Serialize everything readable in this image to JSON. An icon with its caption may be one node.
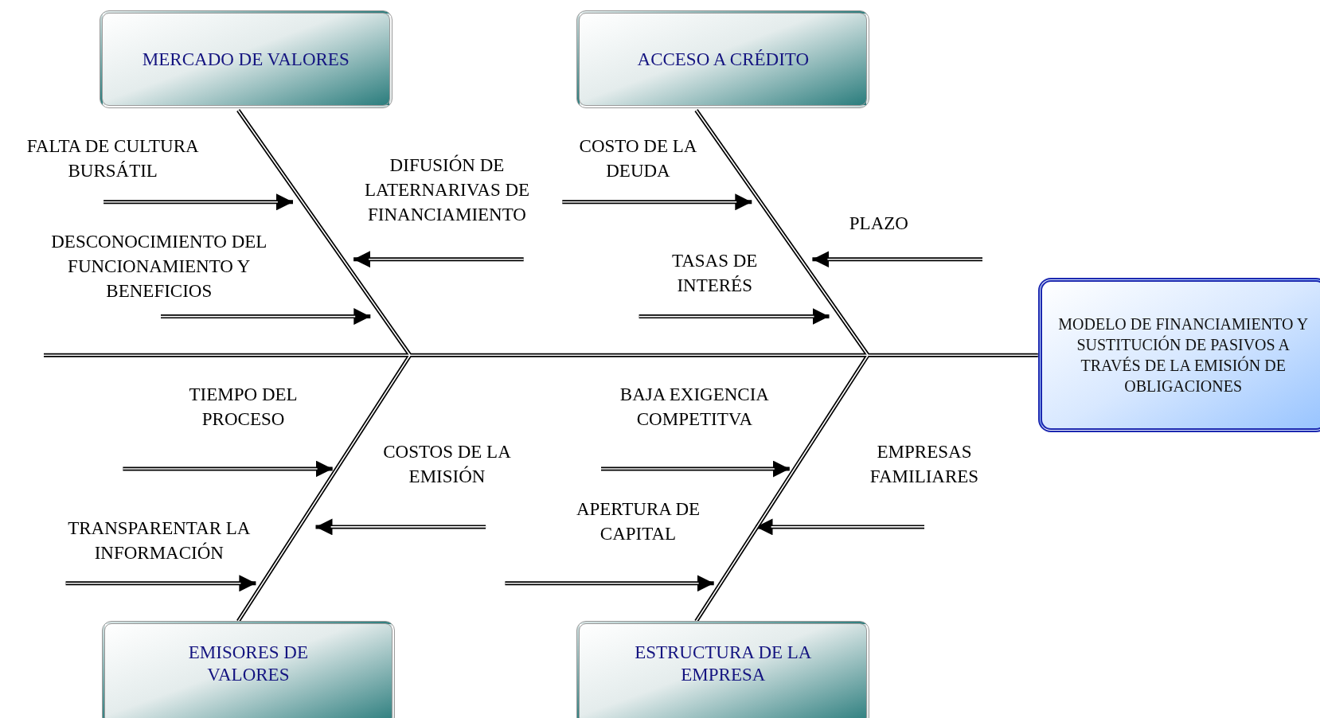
{
  "diagram": {
    "nodes": [
      {
        "text": [
          "MERCADO DE VALORES"
        ]
      },
      {
        "text": [
          "ACCESO A CRÉDITO"
        ]
      },
      {
        "text": [
          "MODELO DE FINANCIAMIENTO Y SUSTITUCIÓN DE PASIVOS A TRAVÉS DE LA EMISIÓN DE OBLIGACIONES"
        ]
      },
      {
        "text": [
          "EMISORES DE VALORES"
        ]
      },
      {
        "text": [
          "ESTRUCTURA DE LA EMPRESA"
        ]
      },
      {
        "text": [],
        "shape": "line"
      }
    ],
    "edges": [
      {
        "from": 0,
        "to": 5,
        "arrow": "none"
      },
      {
        "from": 1,
        "to": 5,
        "arrow": "none"
      },
      {
        "from": 3,
        "to": 5,
        "arrow": "none"
      },
      {
        "from": 4,
        "to": 5,
        "arrow": "none"
      },
      {
        "from": 5,
        "to": 2,
        "arrow": "none"
      }
    ],
    "labels": [
      "FALTA DE CULTURA BURSÁTIL",
      "COSTO DE LA DEUDA",
      "DIFUSIÓN DE LATERNARIVAS DE FINANCIAMIENTO",
      "PLAZO",
      "DESCONOCIMIENTO DEL FUNCIONAMIENTO Y BENEFICIOS",
      "TASAS DE INTERÉS",
      "TIEMPO DEL PROCESO",
      "BAJA EXIGENCIA COMPETITVA",
      "COSTOS DE LA EMISIÓN",
      "EMPRESAS FAMILIARES",
      "APERTURA DE CAPITAL",
      "TRANSPARENTAR LA INFORMACIÓN"
    ]
  }
}
